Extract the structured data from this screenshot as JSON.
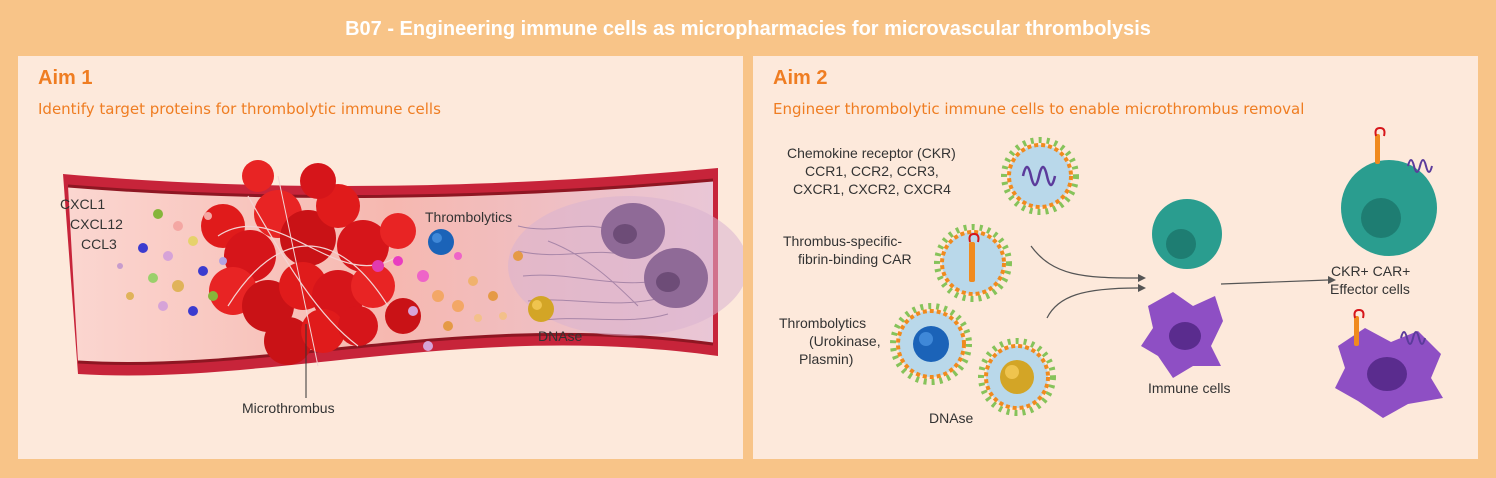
{
  "title": "B07 - Engineering immune cells as micropharmacies for microvascular thrombolysis",
  "aim1": {
    "title": "Aim 1",
    "subtitle": "Identify target proteins for thrombolytic immune cells",
    "chemokines": [
      "CXCL1",
      "CXCL12",
      "CCL3"
    ],
    "thrombolytics_label": "Thrombolytics",
    "dnase_label": "DNAse",
    "microthrombus_label": "Microthrombus"
  },
  "aim2": {
    "title": "Aim 2",
    "subtitle": "Engineer thrombolytic immune cells to enable microthrombus removal",
    "ckr_label": [
      "Chemokine receptor (CKR)",
      "CCR1, CCR2, CCR3,",
      "CXCR1, CXCR2, CXCR4"
    ],
    "car_label": [
      "Thrombus-specific-",
      "fibrin-binding CAR"
    ],
    "thrombolytics_label": [
      "Thrombolytics",
      "(Urokinase,",
      "Plasmin)"
    ],
    "dnase_label": "DNAse",
    "immune_cells_label": "Immune cells",
    "effector_label": [
      "CKR+ CAR+",
      "Effector cells"
    ]
  },
  "colors": {
    "background": "#f8c488",
    "panel": "#fde9db",
    "accent": "#ef7d22",
    "vessel_wall": "#b8202b",
    "teal_cell": "#2a9d8f",
    "purple_cell": "#8e4fc4"
  }
}
